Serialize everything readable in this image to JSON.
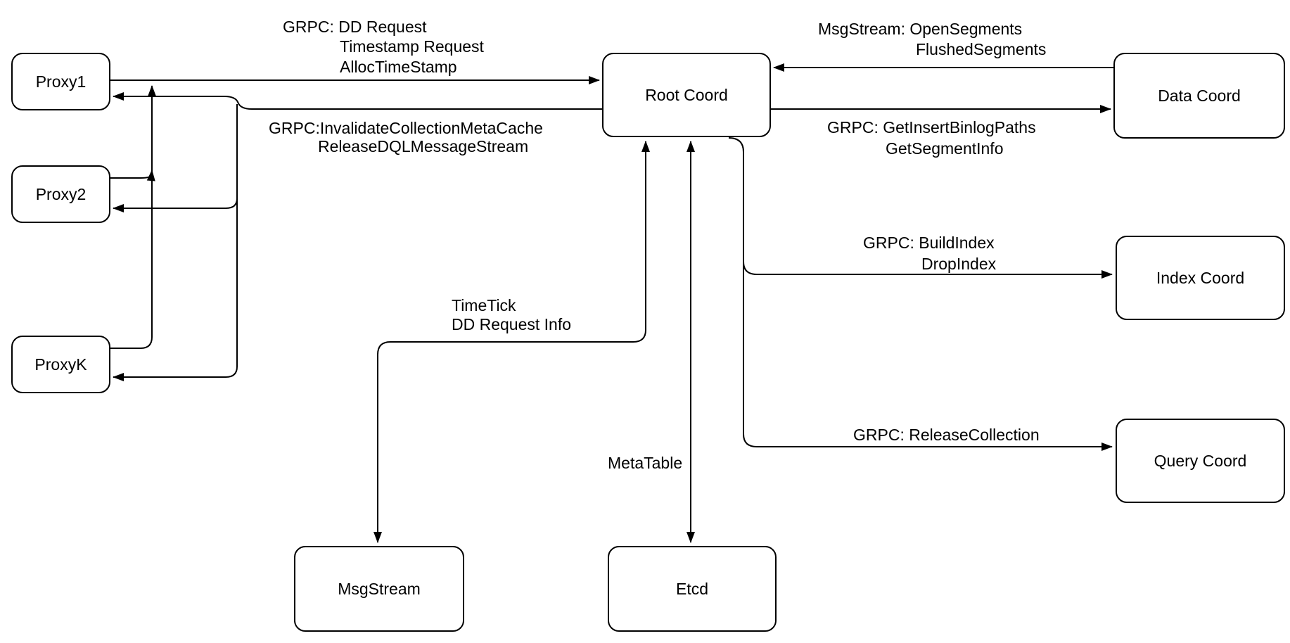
{
  "diagram": {
    "background_color": "#ffffff",
    "line_color": "#000000",
    "nodes": {
      "proxy1": "Proxy1",
      "proxy2": "Proxy2",
      "proxyk": "ProxyK",
      "root_coord": "Root Coord",
      "data_coord": "Data Coord",
      "index_coord": "Index Coord",
      "query_coord": "Query Coord",
      "msgstream": "MsgStream",
      "etcd": "Etcd"
    },
    "labels": {
      "proxies_to_root": [
        "GRPC: DD Request",
        "Timestamp Request",
        "AllocTimeStamp"
      ],
      "root_to_proxies": [
        "GRPC:InvalidateCollectionMetaCache",
        "ReleaseDQLMessageStream"
      ],
      "data_to_root": [
        "MsgStream: OpenSegments",
        "FlushedSegments"
      ],
      "root_to_data": [
        "GRPC: GetInsertBinlogPaths",
        "GetSegmentInfo"
      ],
      "root_to_index": [
        "GRPC: BuildIndex",
        "DropIndex"
      ],
      "root_to_query": [
        "GRPC: ReleaseCollection"
      ],
      "root_to_msgstream": [
        "TimeTick",
        "DD Request Info"
      ],
      "root_to_etcd": [
        "MetaTable"
      ]
    }
  }
}
